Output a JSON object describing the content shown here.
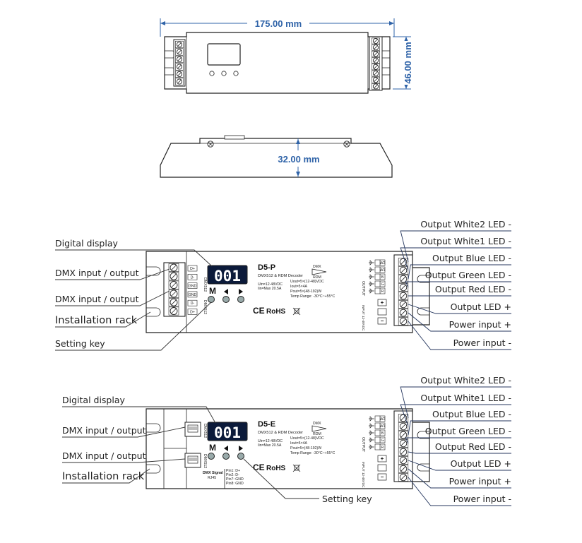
{
  "dimensions": {
    "length": "175.00 mm",
    "width": "46.00 mm",
    "height": "32.00 mm"
  },
  "variant_p": {
    "model": "D5-P",
    "subtitle": "DMX512 & RDM Decoder",
    "display": "001",
    "mode_key": "M",
    "specs_left": [
      "Uin=12-48VDC",
      "Iin=Max 20.5A"
    ],
    "specs_right": [
      "Uout=5×(12-48)VDC",
      "Iout=5×4A",
      "Pout=5×(48-192)W",
      "Temp Range: -30°C~+55°C"
    ],
    "port_side": "DMX512",
    "port_side2": "DMX512",
    "left_labels": [
      "Digital display",
      "DMX input / output",
      "DMX input / output",
      "Installation rack",
      "Setting key"
    ],
    "terminals_left": [
      "D+",
      "D-",
      "GND",
      "GND",
      "D-",
      "D+"
    ],
    "ce": "CE",
    "rohs": "RoHS"
  },
  "variant_e": {
    "model": "D5-E",
    "subtitle": "DMX512 & RDM Decoder",
    "display": "001",
    "mode_key": "M",
    "specs_left": [
      "Uin=12-48VDC",
      "Iin=Max 20.5A"
    ],
    "specs_right": [
      "Uout=5×(12-48)VDC",
      "Iout=5×4A",
      "Pout=5×(48-192)W",
      "Temp Range: -30°C~+55°C"
    ],
    "port_side": "DMX512",
    "port_side2": "DMX512",
    "rj45_title": "DMX Signal",
    "rj45_sub": "RJ45",
    "pin_map": [
      "Pin1: D+",
      "Pin2: D-",
      "Pin7: GND",
      "Pin8: GND"
    ],
    "left_labels": [
      "Digital display",
      "DMX input / output",
      "DMX input / output",
      "Installation rack"
    ],
    "setting_key": "Setting key",
    "ce": "CE",
    "rohs": "RoHS"
  },
  "right_labels": [
    "Output White2 LED -",
    "Output White1 LED -",
    "Output Blue LED -",
    "Output Green LED -",
    "Output Red LED -",
    "Output LED +",
    "Power input +",
    "Power input -"
  ],
  "output_block": {
    "title": "OUTPUT",
    "power_label": "INPUT 12-48VDC",
    "channels": [
      "W2",
      "W1",
      "B",
      "G",
      "R"
    ],
    "plus": "+",
    "minus": "−"
  },
  "dmx_logo": [
    "DMX",
    "RDM"
  ]
}
